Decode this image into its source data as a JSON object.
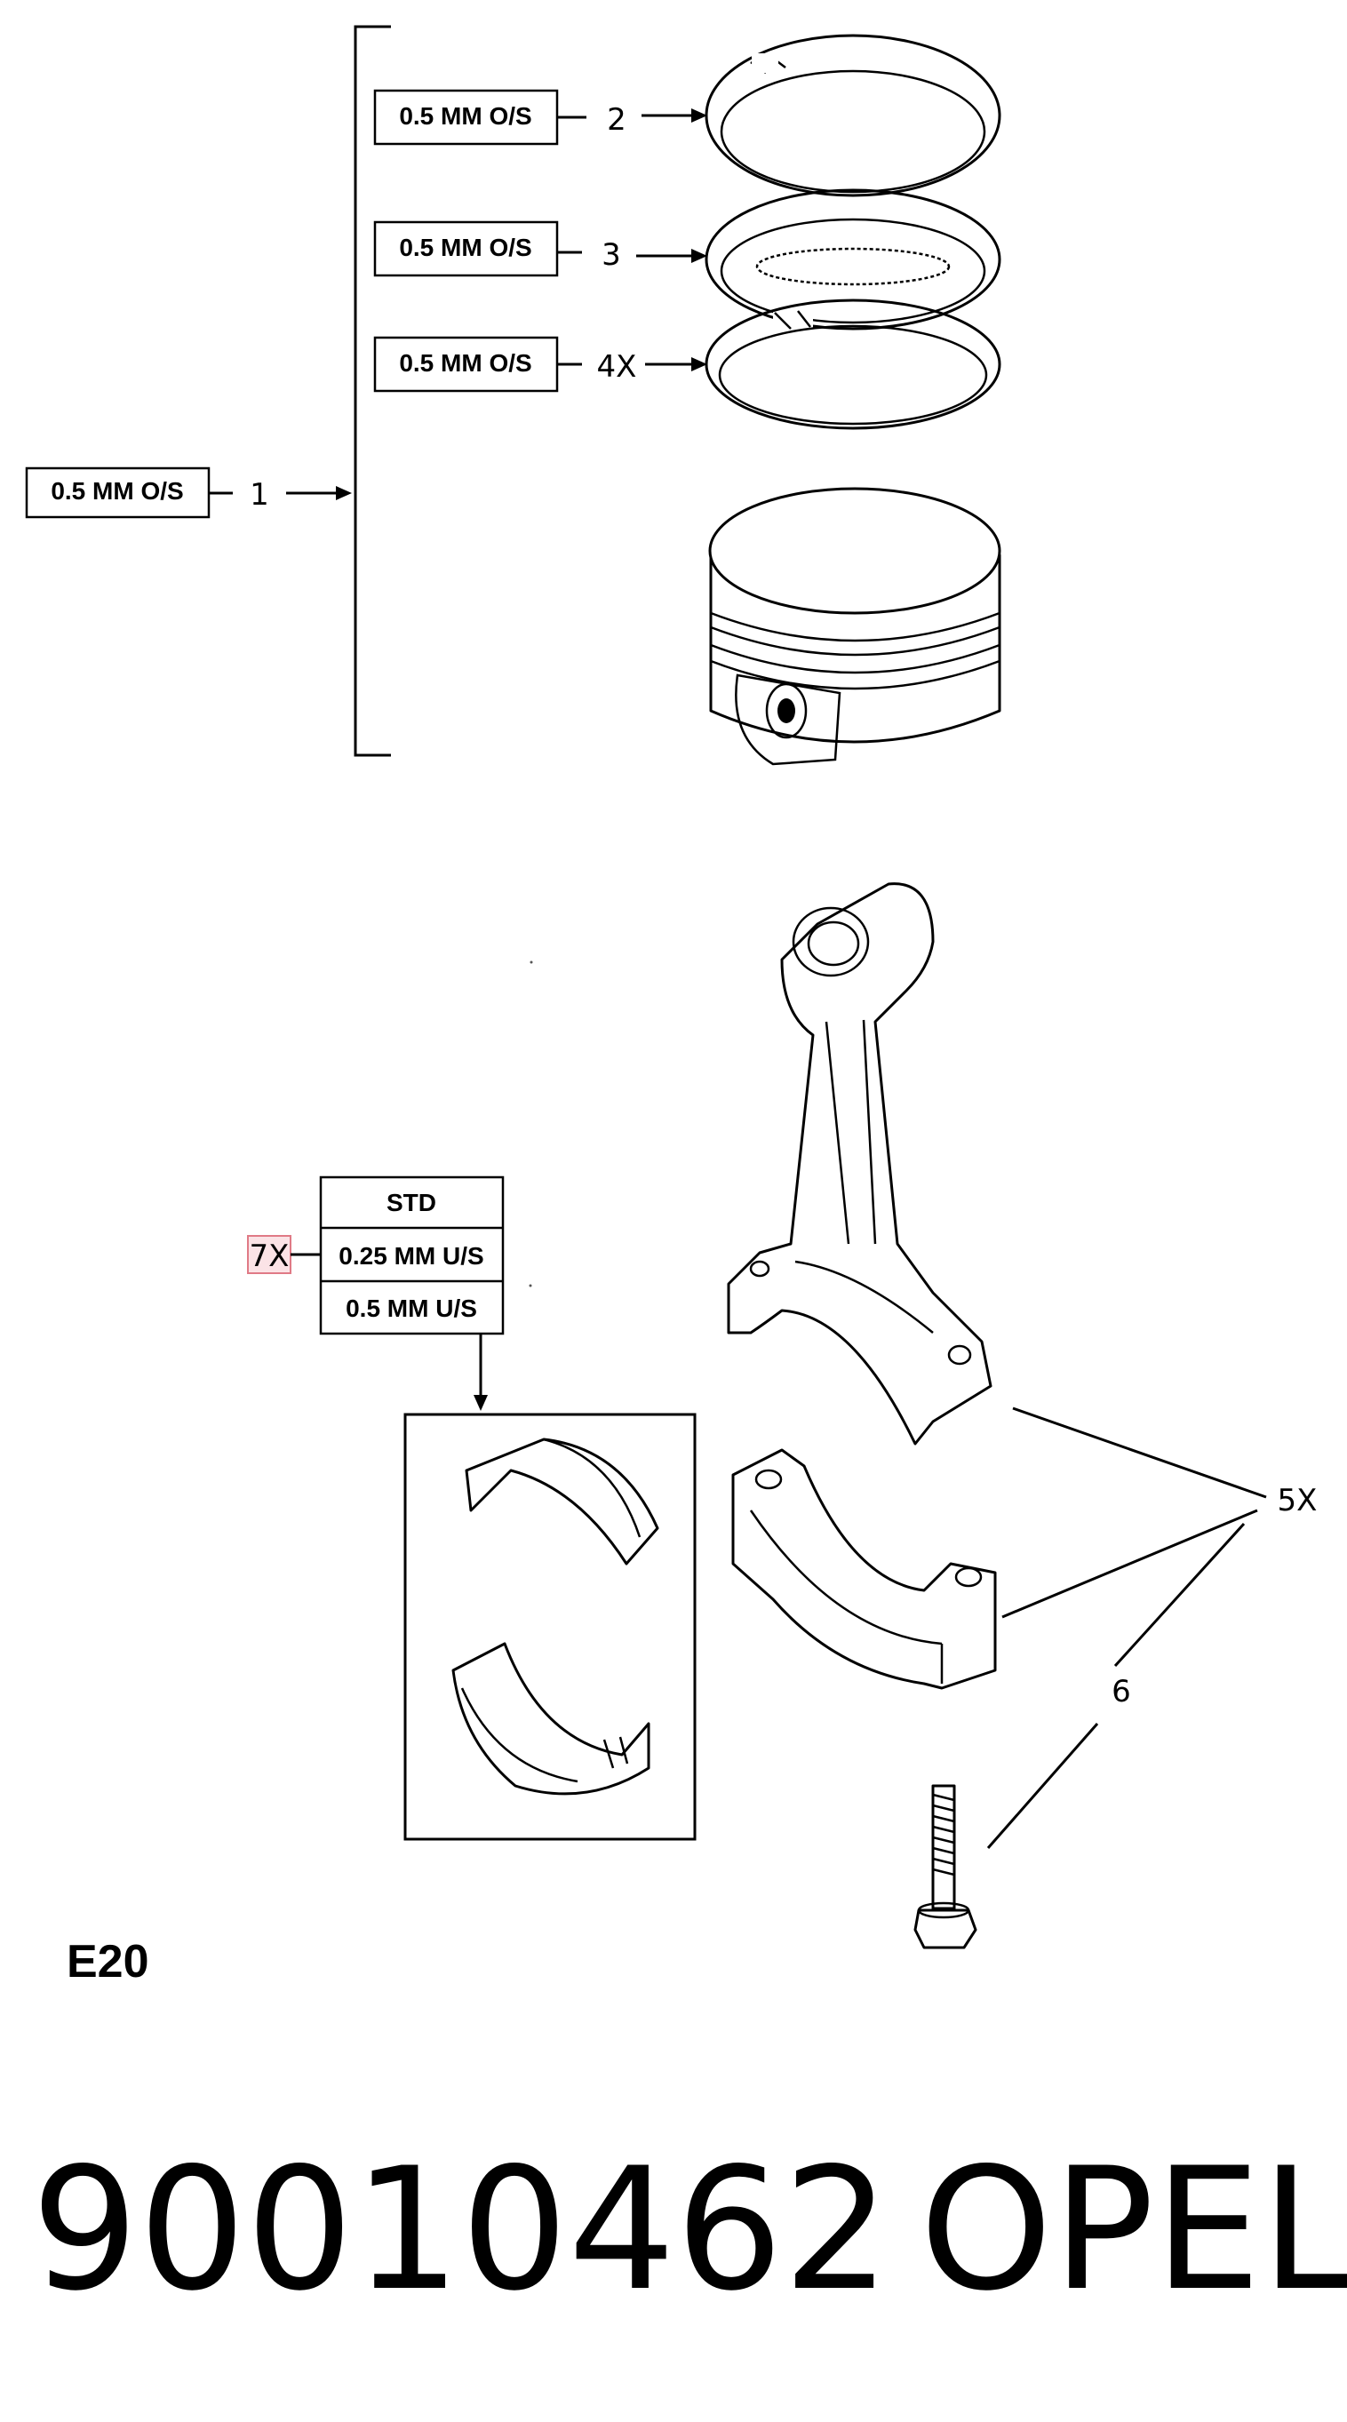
{
  "piston_group": {
    "size_label_piston": "0.5 MM O/S",
    "size_label_ring_top": "0.5 MM O/S",
    "size_label_ring_second": "0.5 MM O/S",
    "size_label_ring_oil": "0.5 MM O/S",
    "callout_piston": "1",
    "callout_ring_top": "2",
    "callout_ring_second": "3",
    "callout_ring_oil": "4X"
  },
  "bearing_group": {
    "size_options": [
      "STD",
      "0.25 MM U/S",
      "0.5 MM U/S"
    ],
    "callout_bearing": "7X",
    "callout_rod": "5X",
    "callout_bolt": "6"
  },
  "engine_code": "E20",
  "footer": {
    "part_number": "90010462",
    "brand": "OPEL"
  },
  "colors": {
    "line": "#000000",
    "highlight_fill": "#fbe3e6",
    "highlight_stroke": "#e07a86"
  }
}
